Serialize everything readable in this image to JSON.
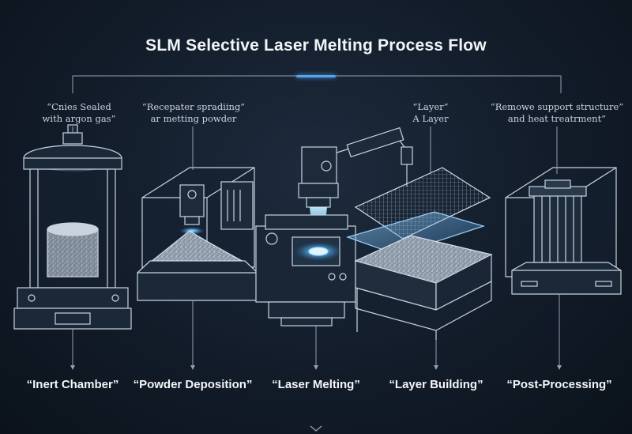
{
  "title": "SLM Selective Laser Melting Process Flow",
  "captions": {
    "inert": [
      "“Cnies Sealed",
      "with argon gas”"
    ],
    "powder": [
      "“Recepater spradiing”",
      "ar metting powder"
    ],
    "layer": [
      "“Layer”",
      "A Layer"
    ],
    "post": [
      "“Remowe support structure”",
      "and heat treatrment”"
    ]
  },
  "stages": [
    {
      "label": "“Inert Chamber”"
    },
    {
      "label": "“Powder Deposition”"
    },
    {
      "label": "“Laser Melting”"
    },
    {
      "label": "“Layer Building”"
    },
    {
      "label": "“Post-Processing”"
    }
  ],
  "colors": {
    "background": "#121c29",
    "line": "#c7d3df",
    "accent": "#3fa3ff",
    "laser": "#7fd0ff"
  },
  "icons": {
    "inert": "argon-chamber-icon",
    "powder": "powder-recoater-icon",
    "laser": "laser-head-icon",
    "layer": "layer-stack-icon",
    "post": "finished-part-icon",
    "bottom": "chevron-down-icon"
  }
}
